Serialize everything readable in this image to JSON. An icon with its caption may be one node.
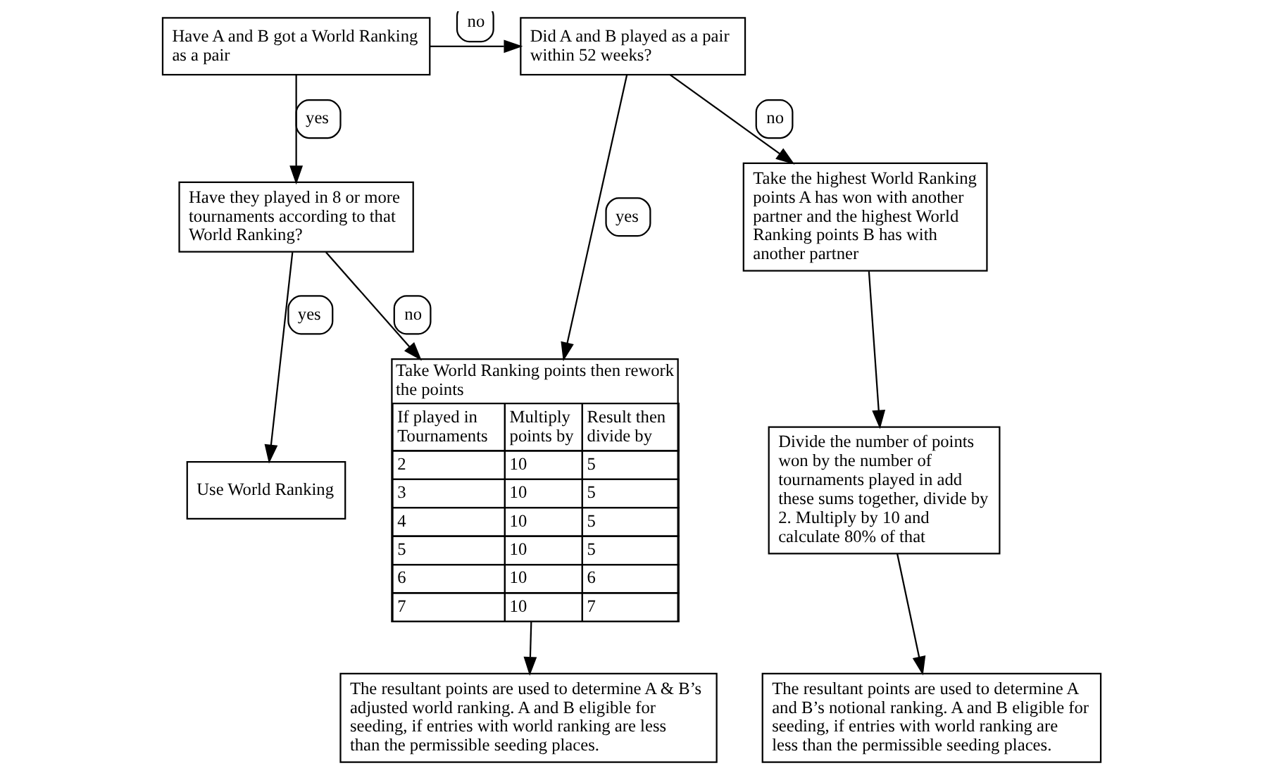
{
  "diagram": {
    "nodes": [
      {
        "text": [
          "Have A and B got a World Ranking as a pair"
        ]
      },
      {
        "text": [
          "Did A and B played as a pair within 52 weeks?"
        ]
      },
      {
        "text": [
          "Have they played in 8 or more tournaments according to that World Ranking?"
        ]
      },
      {
        "text": [
          "Use World Ranking"
        ]
      },
      {
        "text": [
          "Take World Ranking points then rework the points",
          "If played in Tournaments",
          "Multiply points by",
          "Result then divide by",
          "2",
          "10",
          "5",
          "3",
          "10",
          "5",
          "4",
          "10",
          "5",
          "5",
          "10",
          "5",
          "6",
          "10",
          "6",
          "7",
          "10",
          "7"
        ]
      },
      {
        "text": [
          "Take the highest World Ranking points A has won with another partner and the highest World Ranking points B has with another partner"
        ]
      },
      {
        "text": [
          "The resultant points are used to determine A & B’s adjusted world ranking. A and B eligible for seeding, if entries with world ranking are less than the permissible seeding places."
        ]
      },
      {
        "text": [
          "Divide the number of points won by the number of tournaments played in add these sums together, divide by 2. Multiply by 10 and calculate 80% of that"
        ]
      },
      {
        "text": [
          "The resultant points are used to determine A and B’s notional ranking. A and B eligible for seeding, if entries with world ranking are less than the permissible seeding places."
        ]
      }
    ],
    "edges": [
      {
        "from": 0,
        "to": 1,
        "arrow": "to",
        "label": "no"
      },
      {
        "from": 0,
        "to": 2,
        "arrow": "to",
        "label": "yes"
      },
      {
        "from": 1,
        "to": 4,
        "arrow": "to",
        "label": "yes"
      },
      {
        "from": 1,
        "to": 5,
        "arrow": "to",
        "label": "no"
      },
      {
        "from": 2,
        "to": 3,
        "arrow": "to",
        "label": "yes"
      },
      {
        "from": 2,
        "to": 4,
        "arrow": "to",
        "label": "no"
      },
      {
        "from": 4,
        "to": 6,
        "arrow": "to"
      },
      {
        "from": 5,
        "to": 7,
        "arrow": "to"
      },
      {
        "from": 7,
        "to": 8,
        "arrow": "to"
      }
    ]
  }
}
